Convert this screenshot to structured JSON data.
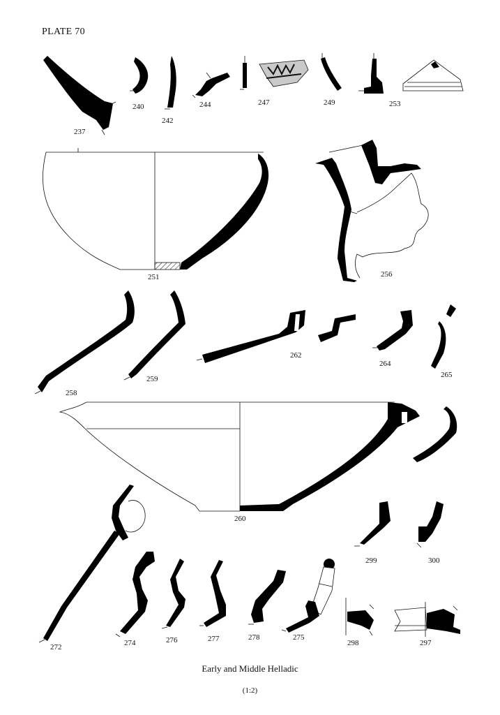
{
  "plate": {
    "title": "PLATE 70",
    "caption": "Early and Middle Helladic",
    "scale": "(1:2)"
  },
  "sherds": [
    {
      "id": "237",
      "label": "237"
    },
    {
      "id": "240",
      "label": "240"
    },
    {
      "id": "242",
      "label": "242"
    },
    {
      "id": "244",
      "label": "244"
    },
    {
      "id": "247",
      "label": "247"
    },
    {
      "id": "249",
      "label": "249"
    },
    {
      "id": "253",
      "label": "253"
    },
    {
      "id": "251",
      "label": "251"
    },
    {
      "id": "256",
      "label": "256"
    },
    {
      "id": "258",
      "label": "258"
    },
    {
      "id": "259",
      "label": "259"
    },
    {
      "id": "262",
      "label": "262"
    },
    {
      "id": "264",
      "label": "264"
    },
    {
      "id": "265",
      "label": "265"
    },
    {
      "id": "260",
      "label": "260"
    },
    {
      "id": "299",
      "label": "299"
    },
    {
      "id": "300",
      "label": "300"
    },
    {
      "id": "272",
      "label": "272"
    },
    {
      "id": "274",
      "label": "274"
    },
    {
      "id": "276",
      "label": "276"
    },
    {
      "id": "277",
      "label": "277"
    },
    {
      "id": "278",
      "label": "278"
    },
    {
      "id": "275",
      "label": "275"
    },
    {
      "id": "298",
      "label": "298"
    },
    {
      "id": "297",
      "label": "297"
    }
  ]
}
